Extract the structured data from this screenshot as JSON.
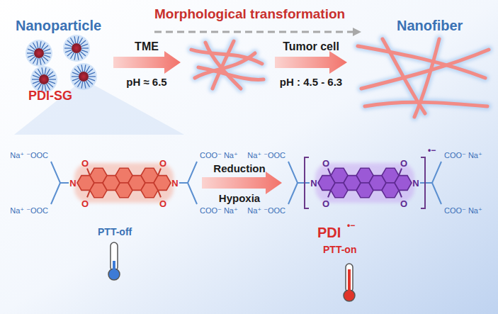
{
  "diagram": {
    "labels": [
      "Morphological transformation",
      "Nanoparticle",
      "Nanofiber",
      "TME",
      "pH ≈ 6.5",
      "Tumor cell",
      "pH : 4.5 - 6.3",
      "PDI-SG",
      "Na⁺ ⁻OOC",
      "Na⁺ ⁻OOC",
      "COO⁻ Na⁺",
      "COO⁻ Na⁺",
      "O",
      "O",
      "O",
      "O",
      "N",
      "N",
      "Reduction",
      "Hypoxia",
      "Na⁺ ⁻OOC",
      "Na⁺ ⁻OOC",
      "COO⁻ Na⁺",
      "COO⁻ Na⁺",
      "O",
      "O",
      "O",
      "O",
      "N",
      "N",
      "•−",
      "PDI",
      "•−",
      "PTT-off",
      "PTT-on"
    ]
  }
}
